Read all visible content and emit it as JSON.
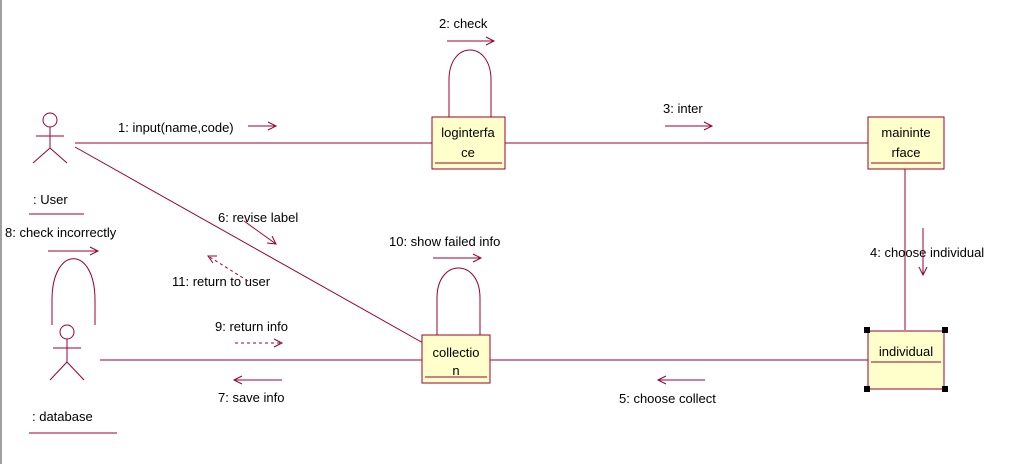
{
  "diagram": {
    "actors": [
      {
        "id": "user",
        "label": ": User"
      },
      {
        "id": "database",
        "label": ": database"
      }
    ],
    "objects": [
      {
        "id": "loginterface",
        "lines": [
          "loginterfa",
          "ce"
        ]
      },
      {
        "id": "maininterface",
        "lines": [
          "maininte",
          "rface"
        ]
      },
      {
        "id": "individual",
        "lines": [
          "individual"
        ]
      },
      {
        "id": "collection",
        "lines": [
          "collectio",
          "n"
        ]
      }
    ],
    "messages": [
      {
        "id": "m1",
        "label": "1: input(name,code)",
        "dashed": false
      },
      {
        "id": "m2",
        "label": "2: check",
        "dashed": false
      },
      {
        "id": "m3",
        "label": "3: inter",
        "dashed": false
      },
      {
        "id": "m4",
        "label": "4: choose individual",
        "dashed": false
      },
      {
        "id": "m5",
        "label": "5: choose collect",
        "dashed": false
      },
      {
        "id": "m6",
        "label": "6: revise label",
        "dashed": false
      },
      {
        "id": "m7",
        "label": "7: save info",
        "dashed": false
      },
      {
        "id": "m8",
        "label": "8: check incorrectly",
        "dashed": false
      },
      {
        "id": "m9",
        "label": "9: return info",
        "dashed": true
      },
      {
        "id": "m10",
        "label": "10: show failed info",
        "dashed": false
      },
      {
        "id": "m11",
        "label": "11: return to user",
        "dashed": true
      }
    ],
    "colors": {
      "line": "#990033",
      "object_fill": "#ffffcc",
      "handle": "#000000",
      "text": "#000000"
    }
  }
}
